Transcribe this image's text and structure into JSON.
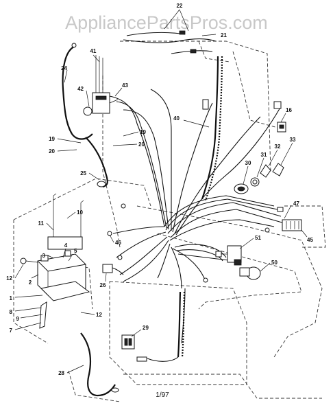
{
  "watermark": "AppliancePartsPros.com",
  "footer": "1/97",
  "callouts": [
    "22",
    "21",
    "41",
    "24",
    "42",
    "43",
    "40",
    "16",
    "19",
    "19",
    "20",
    "20",
    "30",
    "31",
    "32",
    "33",
    "25",
    "47",
    "10",
    "11",
    "45",
    "46",
    "51",
    "3",
    "4",
    "5",
    "50",
    "12",
    "2",
    "26",
    "1",
    "8",
    "9",
    "7",
    "12",
    "29",
    "28"
  ]
}
